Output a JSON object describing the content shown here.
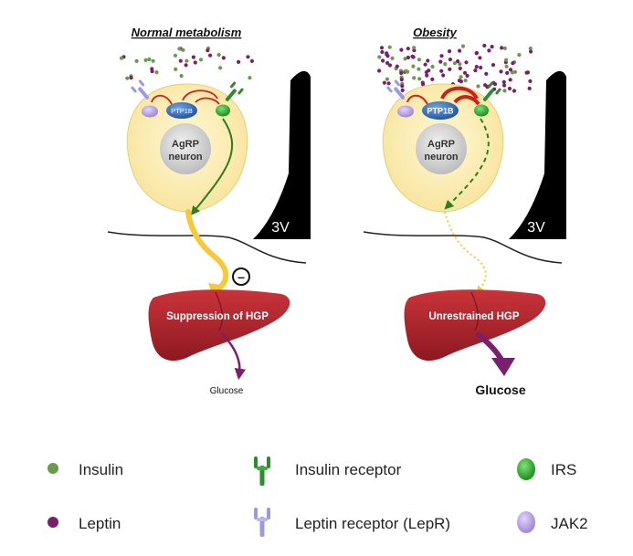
{
  "panels": {
    "normal": {
      "title": "Normal metabolism",
      "ptp1b": "PTP1B",
      "neuron_line1": "AgRP",
      "neuron_line2": "neuron",
      "ventricle": "3V",
      "inhibit_symbol": "–",
      "liver_label": "Suppression of HGP",
      "glucose_label": "Glucose"
    },
    "obesity": {
      "title": "Obesity",
      "ptp1b": "PTP1B",
      "neuron_line1": "AgRP",
      "neuron_line2": "neuron",
      "ventricle": "3V",
      "liver_label": "Unrestrained HGP",
      "glucose_label": "Glucose"
    }
  },
  "legend": {
    "insulin": "Insulin",
    "leptin": "Leptin",
    "insulin_receptor": "Insulin receptor",
    "leptin_receptor": "Leptin receptor (LepR)",
    "irs": "IRS",
    "jak2": "JAK2"
  },
  "colors": {
    "insulin": "#6a9a4a",
    "leptin": "#7a1f6e",
    "insulin_receptor": "#2e8b2e",
    "leptin_receptor": "#9a9ae0",
    "irs": "#1f9a1f",
    "jak2": "#b89ae8",
    "neuron": "#fbeeb0",
    "liver": "#b8272e",
    "signal_green": "#2e7d1e",
    "signal_yellow": "#f5c93a",
    "inhibit_red": "#d0201c",
    "ptp1b": "#2f6fb8",
    "ventricle": "#000000"
  }
}
